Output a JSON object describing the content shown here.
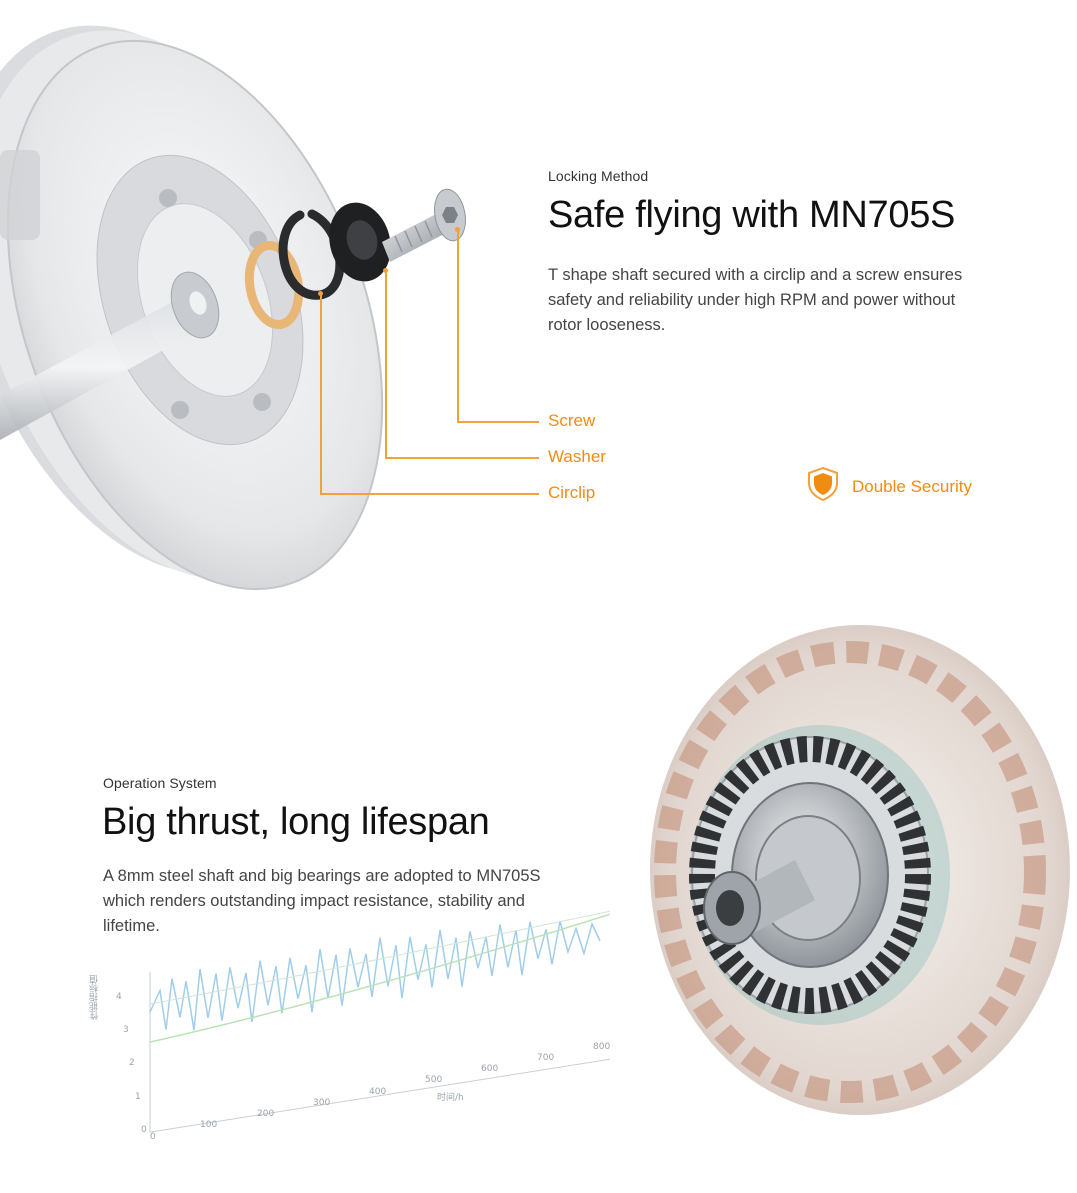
{
  "locking": {
    "eyebrow": "Locking Method",
    "title": "Safe flying with MN705S",
    "description": "T shape shaft secured with a circlip and a screw ensures safety and reliability under high RPM and power without rotor looseness.",
    "callouts": [
      "Screw",
      "Washer",
      "Circlip"
    ],
    "badge": {
      "icon": "shield-icon",
      "label": "Double Security"
    },
    "accent_color": "#f08c12"
  },
  "operation": {
    "eyebrow": "Operation System",
    "title": "Big thrust, long lifespan",
    "description": "A 8mm steel shaft and big bearings are adopted to MN705S which renders outstanding impact resistance, stability and lifetime."
  },
  "background_graph": {
    "y_label": "性能指标值",
    "x_label": "时间/h",
    "y_ticks": [
      "0",
      "1",
      "2",
      "3",
      "4"
    ],
    "x_ticks": [
      "0",
      "100",
      "200",
      "300",
      "400",
      "500",
      "600",
      "700",
      "800"
    ]
  }
}
